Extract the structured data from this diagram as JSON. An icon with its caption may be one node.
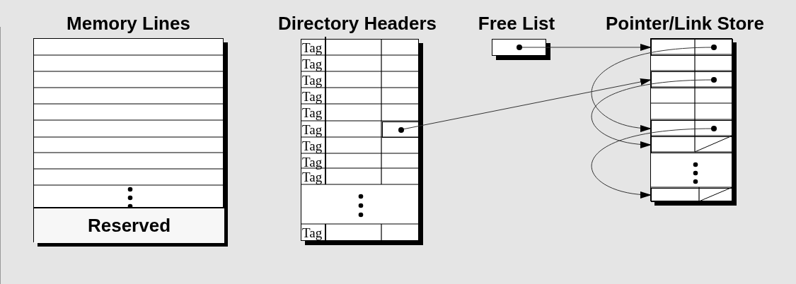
{
  "diagram": {
    "nodes": [
      {
        "text": [
          "Memory Lines"
        ]
      },
      {
        "text": [
          "Reserved"
        ],
        "in": 0
      },
      {
        "text": [
          "Directory Headers"
        ]
      },
      {
        "text": [],
        "shape": "box",
        "in": 2
      },
      {
        "text": [
          "Free List"
        ]
      },
      {
        "text": [
          "Pointer/Link Store"
        ]
      },
      {
        "text": [],
        "shape": "box",
        "in": 5
      },
      {
        "text": [],
        "shape": "box",
        "in": 5
      },
      {
        "text": [],
        "shape": "box",
        "in": 5
      },
      {
        "text": [],
        "shape": "box",
        "in": 5
      },
      {
        "text": [],
        "shape": "box",
        "in": 5
      }
    ],
    "edges": [
      {
        "from": 4,
        "to": 6,
        "arrow": "to"
      },
      {
        "from": 3,
        "to": 7,
        "arrow": "to"
      },
      {
        "from": 6,
        "to": 8,
        "arrow": "to"
      },
      {
        "from": 7,
        "to": 9,
        "arrow": "to"
      },
      {
        "from": 8,
        "to": 10,
        "arrow": "to"
      }
    ],
    "labels": [
      "Tag",
      "Tag",
      "Tag",
      "Tag",
      "Tag",
      "Tag",
      "Tag",
      "Tag",
      "Tag",
      "Tag"
    ]
  }
}
